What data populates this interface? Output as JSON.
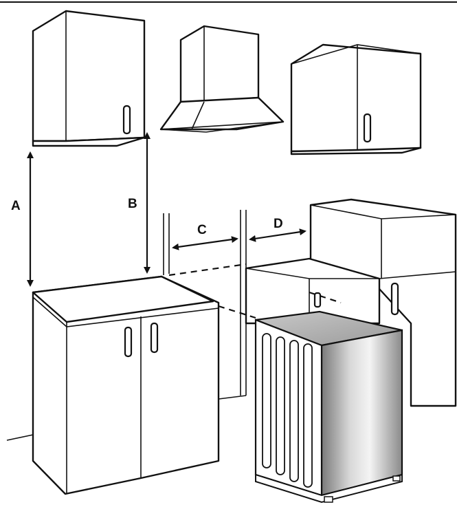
{
  "labels": {
    "a": "A",
    "b": "B",
    "c": "C",
    "d": "D"
  },
  "colors": {
    "line": "#111111",
    "background": "#ffffff",
    "steel_dark": "#6e6e6e",
    "steel_light": "#f2f2f2"
  }
}
